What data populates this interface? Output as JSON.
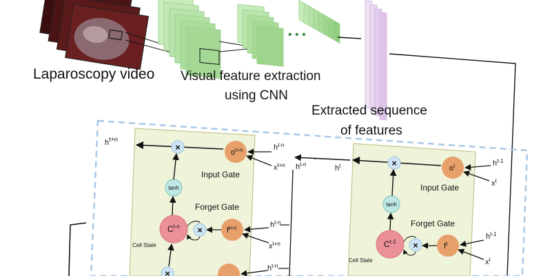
{
  "labels": {
    "laparoscopy_video": "Laparoscopy video",
    "visual_feature_line1": "Visual feature extraction",
    "visual_feature_line2": "using CNN",
    "extracted_line1": "Extracted sequence",
    "extracted_line2": "of features",
    "ellipsis": "· · ·",
    "dots": "• • •"
  },
  "left_cell": {
    "h_out": "h",
    "h_out_sup": "t+n",
    "o": "o",
    "o_sup": "t+n",
    "input_gate": "Input Gate",
    "tanh": "tanh",
    "forget_gate": "Forget Gate",
    "c": "C",
    "c_sup": "t-n",
    "f": "f",
    "f_sup": "t+n",
    "cell_state": "Cell State",
    "h_in_1": "h",
    "h_in_1_sup": "t-n",
    "x_in_1": "x",
    "x_in_1_sup": "t+n",
    "h_in_2": "h",
    "h_in_2_sup": "t-n",
    "x_in_2": "x",
    "x_in_2_sup": "t+n",
    "h_in_3": "h",
    "h_in_3_sup": "t-n",
    "h_mid": "h",
    "h_mid_sup": "t-n"
  },
  "right_cell": {
    "h_out": "h",
    "h_out_sup": "t",
    "o": "o",
    "o_sup": "t",
    "input_gate": "Input Gate",
    "tanh": "tanh",
    "forget_gate": "Forget Gate",
    "c": "C",
    "c_sup": "t-1",
    "f": "f",
    "f_sup": "t",
    "cell_state": "Cell State",
    "h_in_1": "h",
    "h_in_1_sup": "t-1",
    "x_in_1": "x",
    "x_in_1_sup": "t",
    "h_in_2": "h",
    "h_in_2_sup": "t-1",
    "x_in_2": "x",
    "x_in_2_sup": "t"
  },
  "colors": {
    "cell_fill": "#eef3d9",
    "cell_stroke": "#c8c48e",
    "gate_fill": "#e8a06a",
    "state_fill": "#eb8f98",
    "tanh_fill": "#bfe8e4",
    "mult_fill": "#cfe5f5",
    "cnn_green": "#b5e3a7",
    "feature_purple": "#e7d4ef",
    "dashed_box": "#a9c8e6"
  },
  "icons": {
    "multiply": "×"
  }
}
